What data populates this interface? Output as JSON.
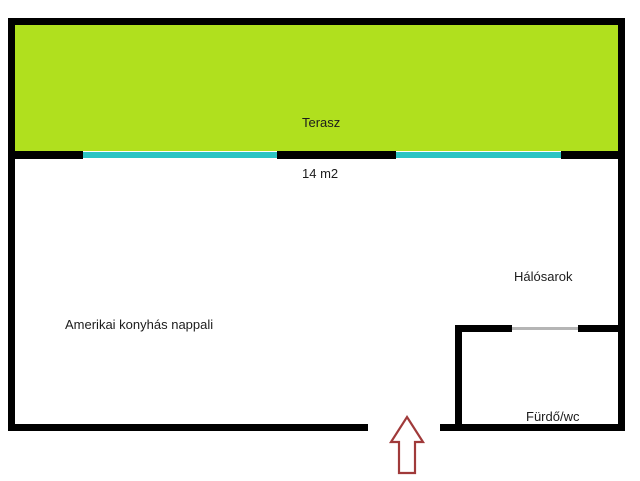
{
  "plan": {
    "title": "Floor plan",
    "colors": {
      "wall": "#000000",
      "terrace_fill": "#b0e01e",
      "window_glass": "#2bc4c4",
      "door_gap": "#b5b5b5",
      "entry_arrow": "#a03a3a",
      "background": "#ffffff",
      "text": "#1c1c1c"
    },
    "rooms": [
      {
        "id": "terasz",
        "name": "Terasz",
        "area": "14 m2",
        "label_line1": "Terasz",
        "label_line2": "14 m2"
      },
      {
        "id": "nappali",
        "name": "Amerikai konyhás nappali",
        "label_line1": "Amerikai konyhás nappali",
        "label_line2": ""
      },
      {
        "id": "halosarok",
        "name": "Hálósarok",
        "label_line1": "Hálósarok",
        "label_line2": ""
      },
      {
        "id": "furdo",
        "name": "Fürdő/wc",
        "label_line1": "Fürdő/wc",
        "label_line2": ""
      }
    ],
    "openings": {
      "entry_arrow_name": "entrance-arrow",
      "bathroom_door_name": "bathroom-door-opening",
      "terrace_windows_name": "terrace-sliding-windows"
    }
  }
}
